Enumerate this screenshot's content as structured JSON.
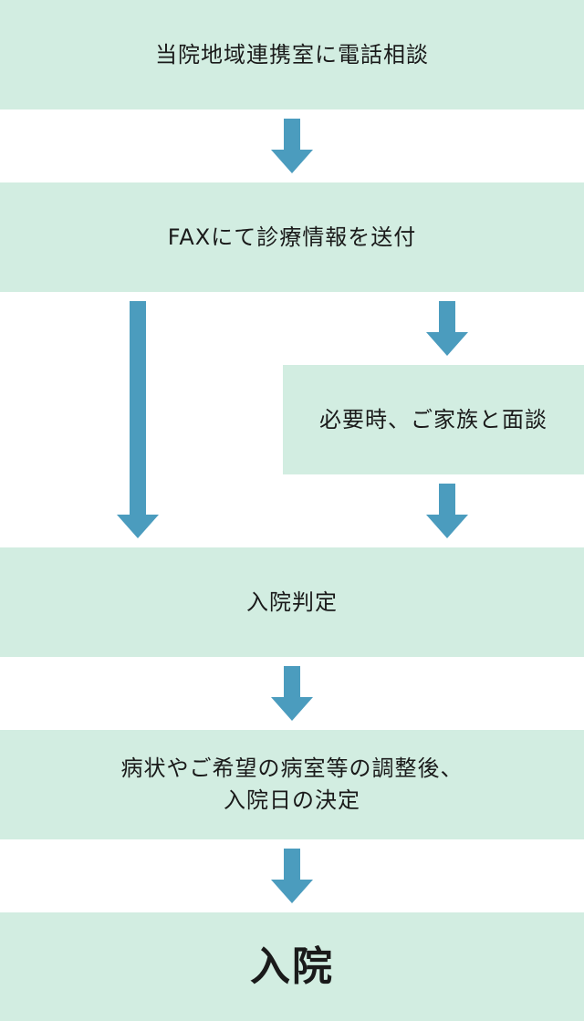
{
  "steps": {
    "consult": "当院地域連携室に電話相談",
    "fax": "FAXにて診療情報を送付",
    "interview": "必要時、ご家族と面談",
    "judgement": "入院判定",
    "adjust_line1": "病状やご希望の病室等の調整後、",
    "adjust_line2": "入院日の決定",
    "admission": "入院"
  },
  "colors": {
    "box": "#d2ede1",
    "arrow": "#4b9cbe",
    "text": "#1a1a1a"
  }
}
